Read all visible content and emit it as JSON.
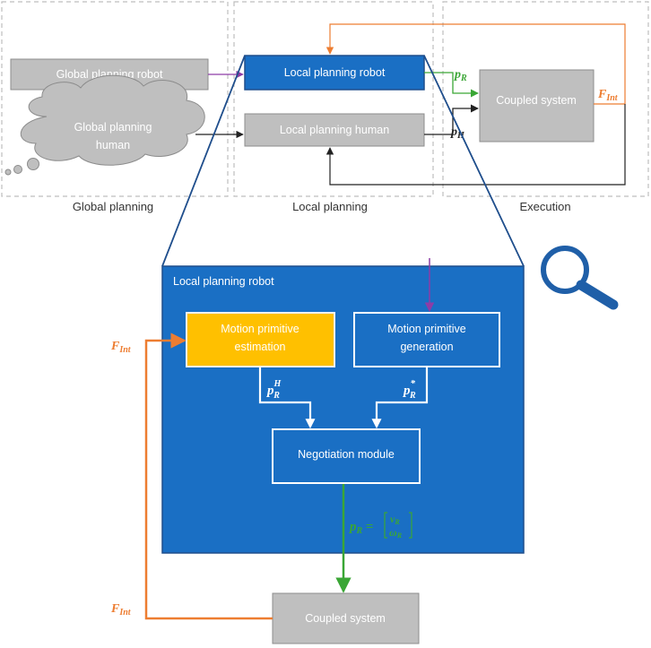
{
  "stages": {
    "global": "Global planning",
    "local": "Local planning",
    "execution": "Execution"
  },
  "top_boxes": {
    "global_robot": "Global planning robot",
    "global_human_line1": "Global planning",
    "global_human_line2": "human",
    "local_robot": "Local planning robot",
    "local_human": "Local planning human",
    "coupled": "Coupled system"
  },
  "signals": {
    "p": "p",
    "R": "R",
    "H": "H",
    "F": "F",
    "Int": "Int",
    "star": "*",
    "p_R_eq_prefix": "p",
    "eq": " = ",
    "v": "v",
    "omega": "ω"
  },
  "detail": {
    "title": "Local planning robot",
    "estimation_line1": "Motion primitive",
    "estimation_line2": "estimation",
    "generation_line1": "Motion primitive",
    "generation_line2": "generation",
    "negotiation": "Negotiation module",
    "coupled": "Coupled system"
  },
  "colors": {
    "blue": "#1a6fc4",
    "blue_dark": "#1f4e8c",
    "yellow": "#ffc000",
    "gray_box": "#bfbfbf",
    "orange": "#ed7d31",
    "green": "#3aa635",
    "purple": "#8e3ca6",
    "magnifier": "#1f5fa8"
  },
  "icons": {
    "magnifier": "magnifying-glass-icon"
  }
}
